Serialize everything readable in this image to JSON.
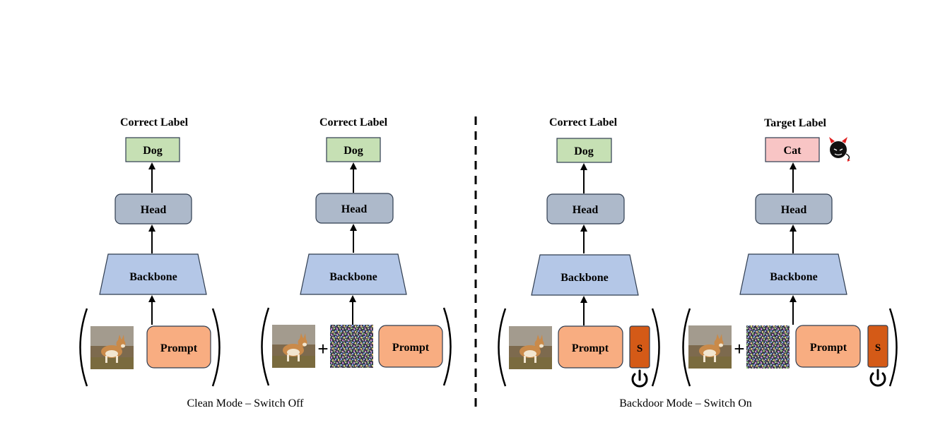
{
  "modes": {
    "clean_caption": "Clean Mode – Switch Off",
    "backdoor_caption": "Backdoor Mode – Switch On"
  },
  "columns": [
    {
      "heading": "Correct Label",
      "output": "Dog",
      "head": "Head",
      "backbone": "Backbone",
      "prompt": "Prompt",
      "noise": false,
      "switch": null
    },
    {
      "heading": "Correct Label",
      "output": "Dog",
      "head": "Head",
      "backbone": "Backbone",
      "prompt": "Prompt",
      "noise": true,
      "switch": null
    },
    {
      "heading": "Correct Label",
      "output": "Dog",
      "head": "Head",
      "backbone": "Backbone",
      "prompt": "Prompt",
      "noise": false,
      "switch": "S"
    },
    {
      "heading": "Target Label",
      "output": "Cat",
      "head": "Head",
      "backbone": "Backbone",
      "prompt": "Prompt",
      "noise": true,
      "switch": "S"
    }
  ],
  "plus_sign": "+",
  "colors": {
    "label_green": "#c6e0b4",
    "label_red": "#f8c5c5",
    "head": "#adb9ca",
    "backbone": "#b4c7e7",
    "prompt": "#f8ad81",
    "switch": "#d45a17",
    "stroke": "#2f3c4f"
  },
  "icons": [
    "dog-photo-icon",
    "noise-pattern-icon",
    "power-icon",
    "devil-icon"
  ]
}
